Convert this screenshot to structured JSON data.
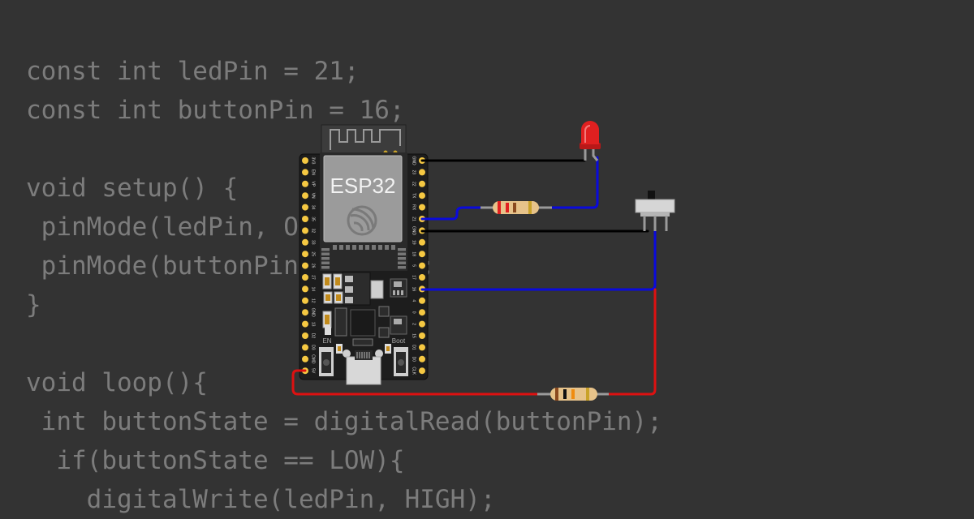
{
  "code_lines": [
    "const int ledPin = 21;",
    "const int buttonPin = 16;",
    "",
    "void setup() {",
    " pinMode(ledPin, OUTPUT);",
    " pinMode(buttonPin, INPUT);",
    "}",
    "",
    "void loop(){",
    " int buttonState = digitalRead(buttonPin);",
    "  if(buttonState == LOW){",
    "    digitalWrite(ledPin, HIGH);"
  ],
  "board": {
    "name": "ESP32",
    "en_label": "EN",
    "boot_label": "Boot",
    "left_pins": [
      "3V3",
      "EN",
      "VP",
      "VN",
      "34",
      "35",
      "32",
      "33",
      "25",
      "26",
      "27",
      "14",
      "12",
      "GND",
      "13",
      "D2",
      "D3",
      "CMD",
      "5V"
    ],
    "right_pins": [
      "GND",
      "23",
      "22",
      "TX",
      "RX",
      "21",
      "GND",
      "19",
      "18",
      "5",
      "17",
      "16",
      "4",
      "0",
      "2",
      "15",
      "D1",
      "D0",
      "CLK"
    ]
  },
  "colors": {
    "background": "#333333",
    "code_text": "#7c7c7c",
    "wire_black": "#000000",
    "wire_blue": "#0a0adc",
    "wire_red": "#dd1111",
    "led": "#e02020",
    "pin_gold": "#f5c842"
  }
}
